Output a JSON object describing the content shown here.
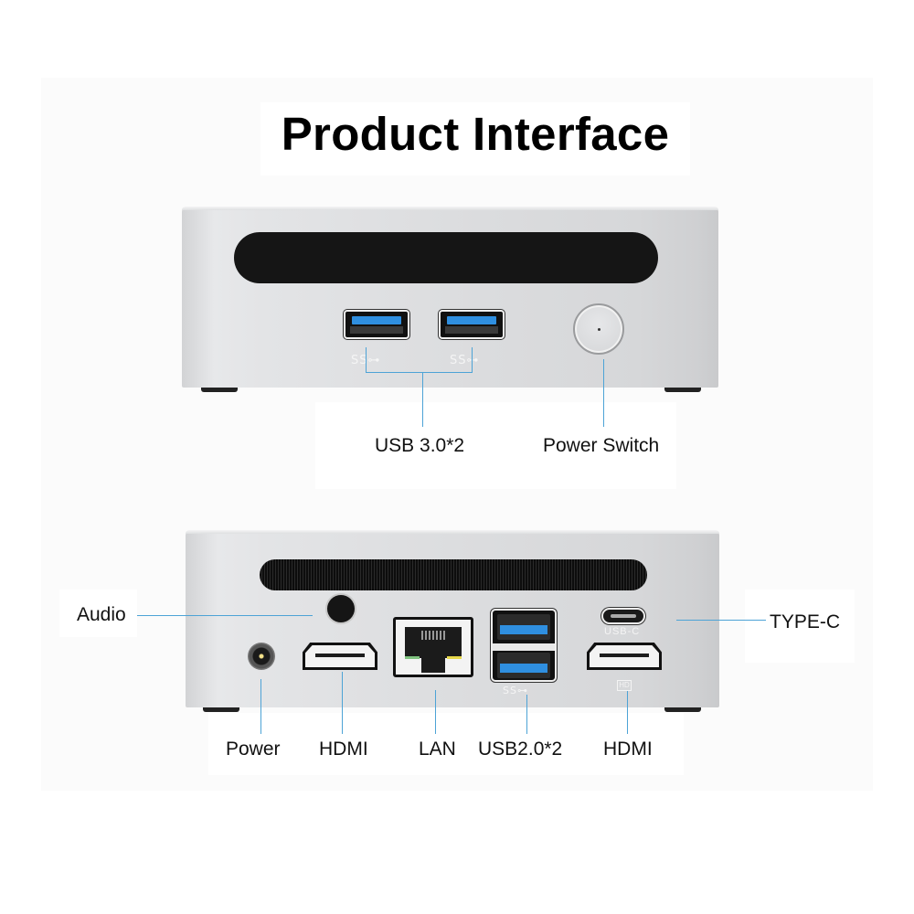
{
  "title": "Product Interface",
  "colors": {
    "callout_line": "#4da3d6",
    "usb3_blue": "#2f8fe0",
    "device_body": "#dcdddf",
    "vent": "#151515"
  },
  "front_view": {
    "ports": [
      {
        "id": "usb3-1",
        "type": "USB 3.0",
        "mark": "SS"
      },
      {
        "id": "usb3-2",
        "type": "USB 3.0",
        "mark": "SS"
      },
      {
        "id": "power-button",
        "type": "Power Switch"
      }
    ],
    "labels": {
      "usb3": "USB 3.0*2",
      "power_switch": "Power Switch"
    }
  },
  "rear_view": {
    "marks": {
      "usb_c": "USB-C",
      "ss": "SS",
      "hd": "HD"
    },
    "labels": {
      "audio": "Audio",
      "type_c": "TYPE-C",
      "power": "Power",
      "hdmi_1": "HDMI",
      "lan": "LAN",
      "usb2": "USB2.0*2",
      "hdmi_2": "HDMI"
    }
  }
}
